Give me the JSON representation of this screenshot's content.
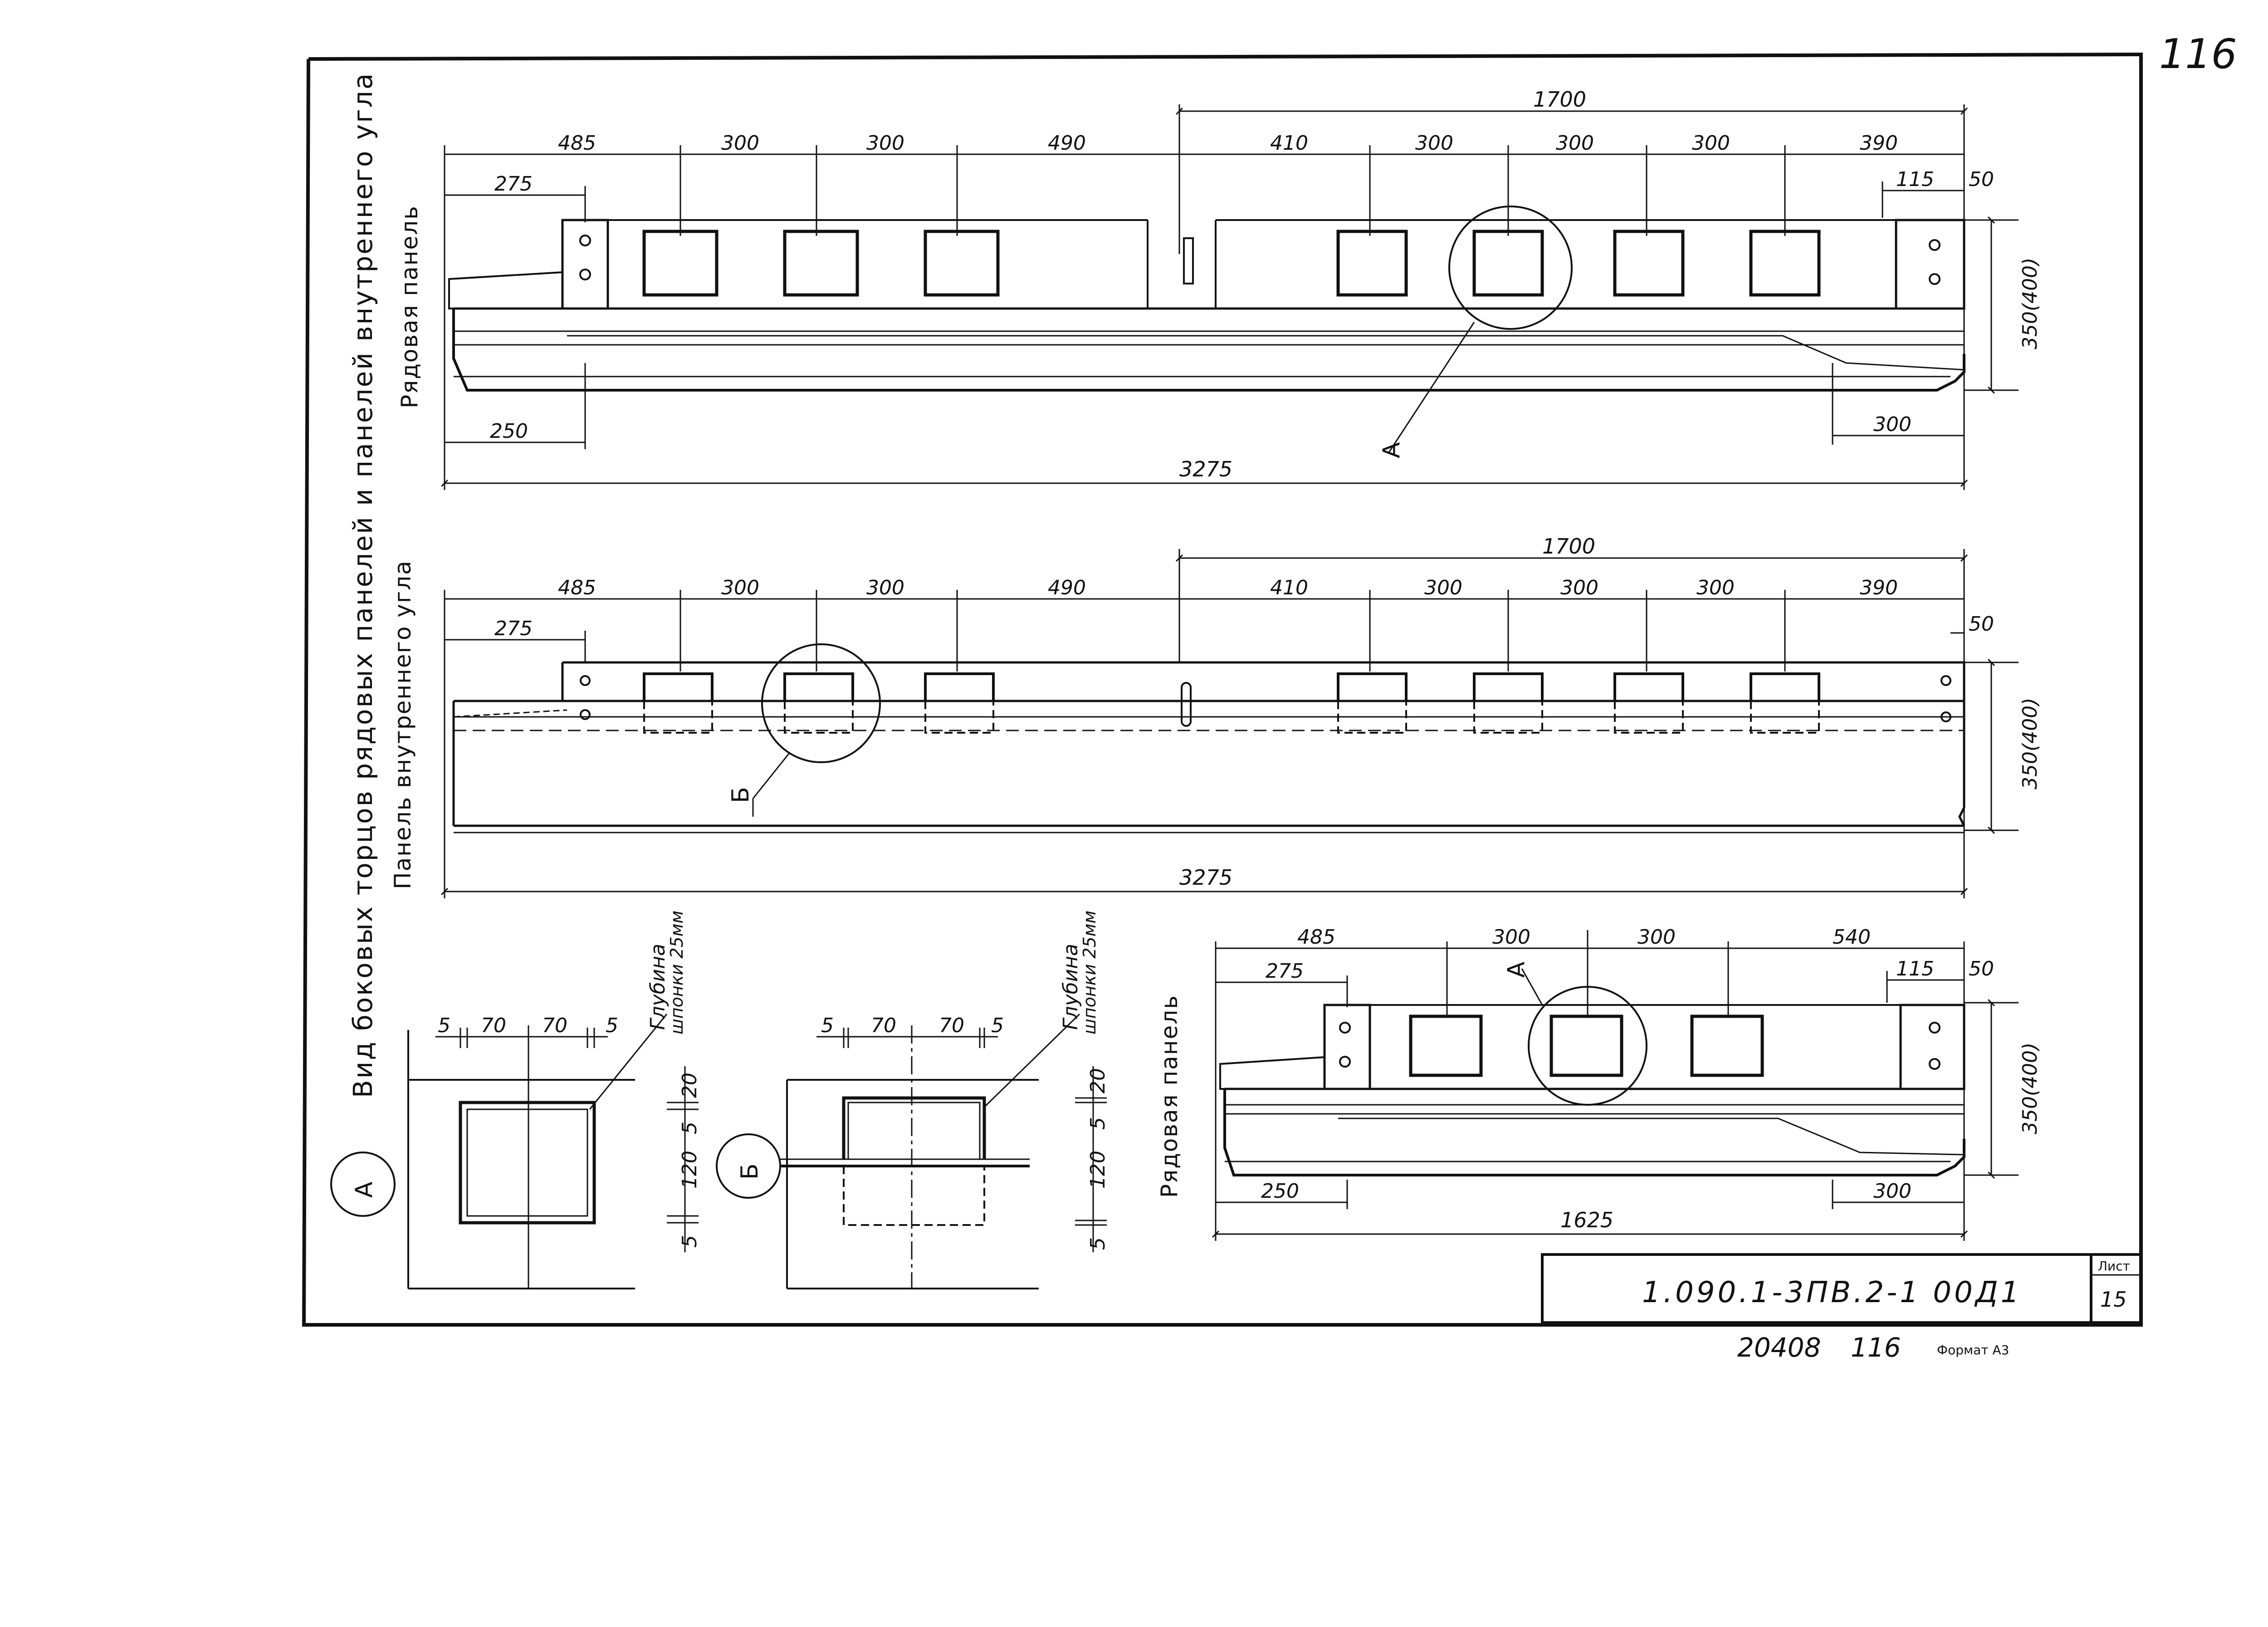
{
  "page_number": "116",
  "main_title": "Вид боковых торцов рядовых панелей и панелей внутреннего угла",
  "views": {
    "top": {
      "label": "Рядовая панель",
      "dim_top": [
        "485",
        "300",
        "300",
        "490",
        "410",
        "300",
        "300",
        "300",
        "390"
      ],
      "dim_span": "1700",
      "dim_275": "275",
      "dim_115": "115",
      "dim_50": "50",
      "dim_250": "250",
      "dim_300_bottom": "300",
      "dim_total": "3275",
      "height": "350(400)",
      "callout": "А"
    },
    "middle": {
      "label": "Панель внутреннего угла",
      "dim_top": [
        "485",
        "300",
        "300",
        "490",
        "410",
        "300",
        "300",
        "300",
        "390"
      ],
      "dim_span": "1700",
      "dim_275": "275",
      "dim_50": "50",
      "dim_total": "3275",
      "height": "350(400)",
      "callout": "Б"
    },
    "bottom": {
      "label": "Рядовая панель",
      "dim_top": [
        "485",
        "300",
        "300",
        "540"
      ],
      "dim_275": "275",
      "dim_115": "115",
      "dim_50": "50",
      "dim_250": "250",
      "dim_300_bottom": "300",
      "dim_total": "1625",
      "height": "350(400)",
      "callout": "А"
    }
  },
  "details": {
    "a": {
      "marker": "А",
      "top_dims": [
        "5",
        "70",
        "70",
        "5"
      ],
      "side_dims": [
        "20",
        "5",
        "120",
        "5"
      ],
      "note_line1": "Глубина",
      "note_line2": "шпонки 25мм"
    },
    "b": {
      "marker": "Б",
      "top_dims": [
        "5",
        "70",
        "70",
        "5"
      ],
      "side_dims": [
        "20",
        "5",
        "120",
        "5"
      ],
      "note_line1": "Глубина",
      "note_line2": "шпонки 25мм"
    }
  },
  "title_block": {
    "code": "1.090.1-3ПВ.2-1  00Д1",
    "sheet_label": "Лист",
    "sheet_number": "15"
  },
  "footer": {
    "inventory_number": "20408",
    "copy_number": "116",
    "format": "Формат А3"
  }
}
